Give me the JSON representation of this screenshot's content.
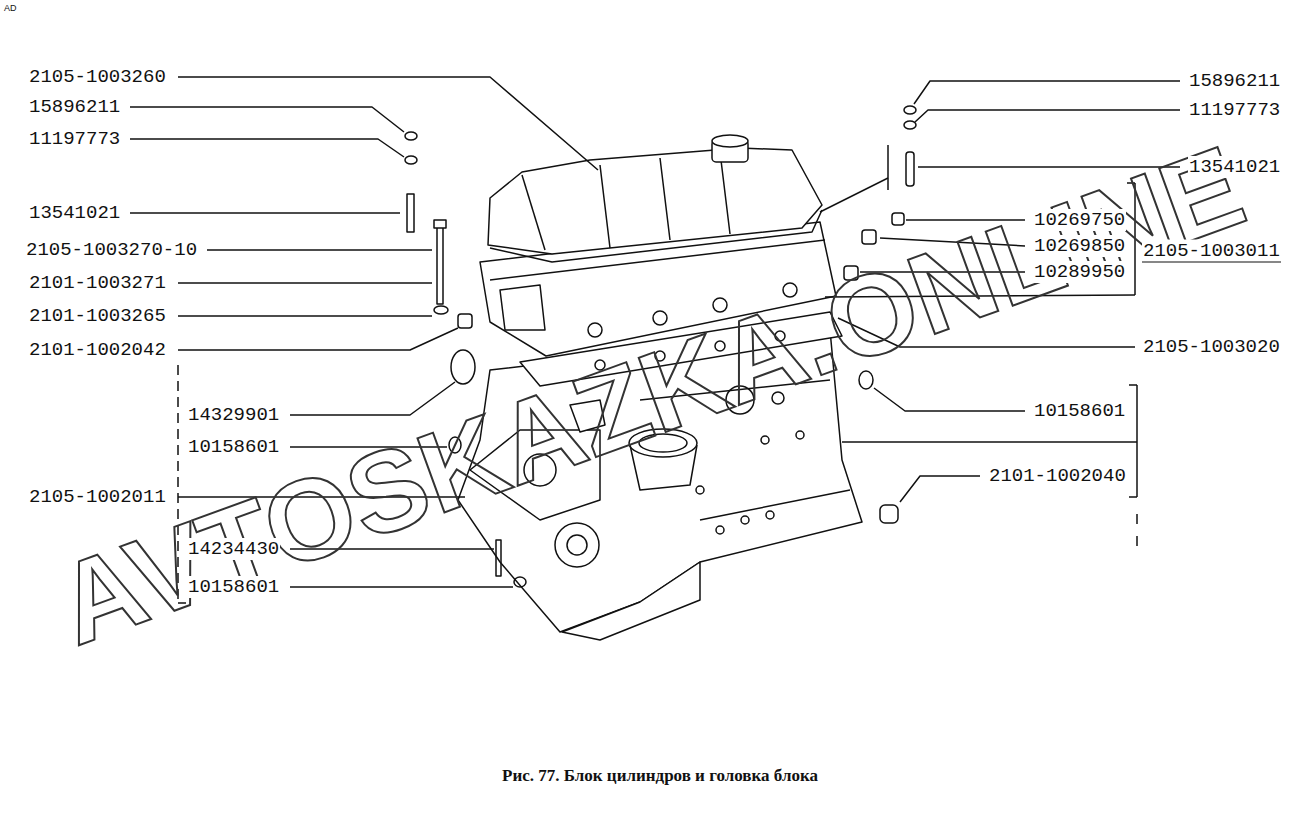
{
  "diagram": {
    "caption": "Рис. 77. Блок цилиндров и головка блока",
    "labels": [
      "AD",
      "2105-1003260",
      "15896211",
      "11197773",
      "13541021",
      "2105-1003270-10",
      "2101-1003271",
      "2101-1003265",
      "2101-1002042",
      "14329901",
      "10158601",
      "2105-1002011",
      "14234430",
      "10158601",
      "15896211",
      "11197773",
      "13541021",
      "10269750",
      "10269850",
      "2105-1003011",
      "10289950",
      "2105-1003020",
      "10158601",
      "2101-1002040",
      "AVTOSKAZKA.ONLINE"
    ]
  }
}
